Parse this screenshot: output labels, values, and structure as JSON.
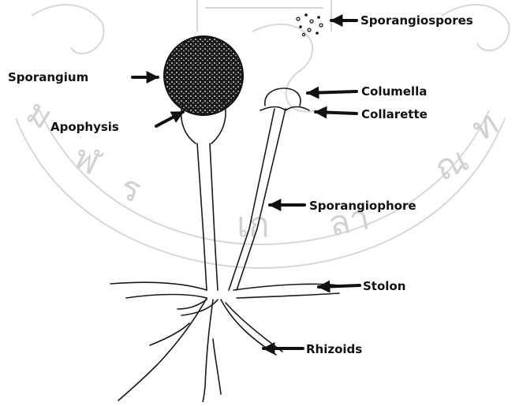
{
  "labels": {
    "sporangiospores": "Sporangiospores",
    "sporangium": "Sporangium",
    "columella": "Columella",
    "collarette": "Collarette",
    "apophysis": "Apophysis",
    "sporangiophore": "Sporangiophore",
    "stolon": "Stolon",
    "rhizoids": "Rhizoids"
  },
  "colors": {
    "ink": "#111111",
    "watermark": "#d2d2d2",
    "background": "#ffffff"
  }
}
